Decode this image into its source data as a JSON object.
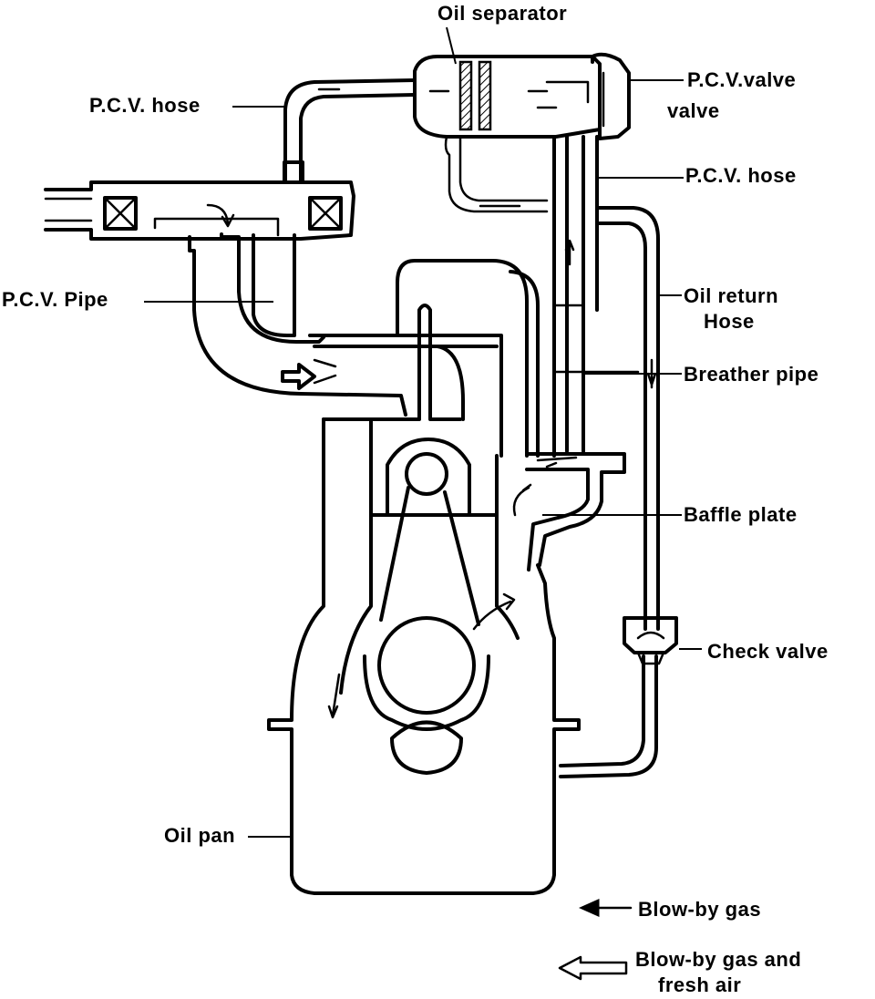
{
  "labels": {
    "oil_separator": "Oil separator",
    "pcv_valve": "P.C.V.valve",
    "pcv_valve_line2": "valve",
    "pcv_hose_left": "P.C.V. hose",
    "pcv_hose_right": "P.C.V. hose",
    "pcv_pipe": "P.C.V. Pipe",
    "oil_return_hose_line1": "Oil return",
    "oil_return_hose_line2": "Hose",
    "breather_pipe": "Breather pipe",
    "baffle_plate": "Baffle plate",
    "check_valve": "Check  valve",
    "oil_pan": "Oil pan"
  },
  "legend": {
    "blow_by_gas": "Blow-by gas",
    "blow_by_gas_fresh_air_line1": "Blow-by gas and",
    "blow_by_gas_fresh_air_line2": "fresh air"
  }
}
